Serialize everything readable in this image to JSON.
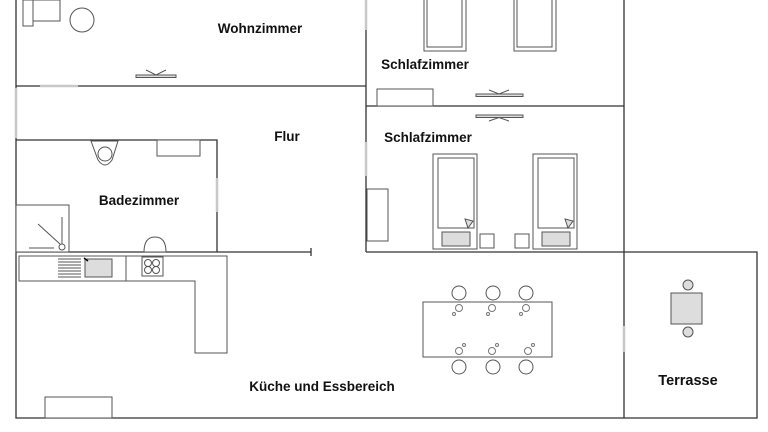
{
  "rooms": {
    "living_room": "Wohnzimmer",
    "bedroom_1": "Schlafzimmer",
    "hallway": "Flur",
    "bedroom_2": "Schlafzimmer",
    "bathroom": "Badezimmer",
    "kitchen_dining": "Küche und Essbereich",
    "terrace": "Terrasse"
  }
}
